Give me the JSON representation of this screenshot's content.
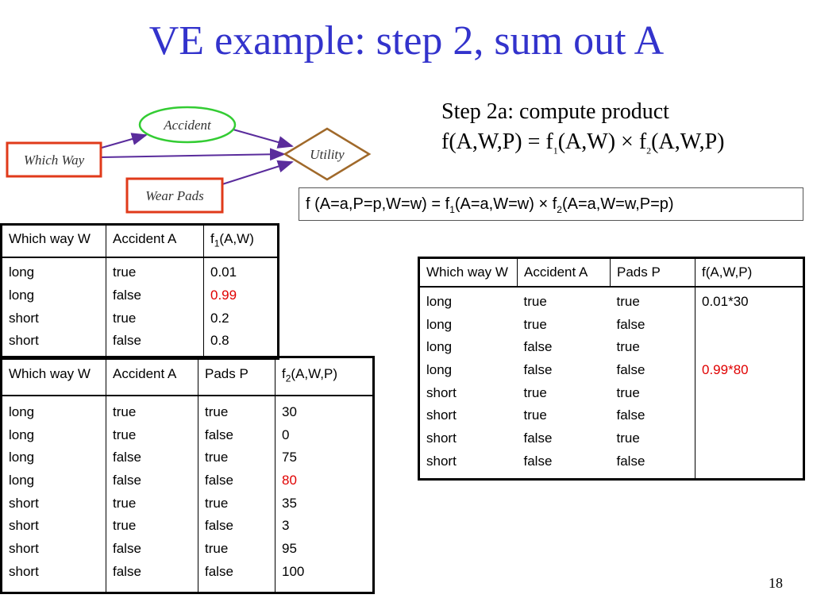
{
  "title": "VE example: step 2, sum out A",
  "diagram": {
    "nodes": {
      "accident": "Accident",
      "which_way": "Which Way",
      "utility": "Utility",
      "wear_pads": "Wear Pads"
    },
    "colors": {
      "arrow": "#5a2c9c",
      "accident_border": "#33cc33",
      "decision_border": "#e03a1a",
      "utility_border": "#a0692a"
    }
  },
  "step": {
    "line1": "Step 2a: compute product",
    "line2": "f(A,W,P) = f",
    "line2_sub1": "1",
    "line2_mid": "(A,W) × f",
    "line2_sub2": "2",
    "line2_end": "(A,W,P)"
  },
  "formula_box": {
    "part1": "f (A=a,P=p,W=w)  =  f",
    "sub1": "1",
    "part2": "(A=a,W=w) × f",
    "sub2": "2",
    "part3": "(A=a,W=w,P=p)"
  },
  "table_f1": {
    "headers": [
      "Which way W",
      "Accident A",
      "f",
      "1",
      "(A,W)"
    ],
    "col_w": [
      "long",
      "long",
      "short",
      "short"
    ],
    "col_a": [
      "true",
      "false",
      "true",
      "false"
    ],
    "col_f": [
      "0.01",
      "0.99",
      "0.2",
      "0.8"
    ]
  },
  "table_f2": {
    "headers": [
      "Which way W",
      "Accident A",
      "Pads P",
      "f",
      "2",
      "(A,W,P)"
    ],
    "col_w": [
      "long",
      "long",
      "long",
      "long",
      "short",
      "short",
      "short",
      "short"
    ],
    "col_a": [
      "true",
      "true",
      "false",
      "false",
      "true",
      "true",
      "false",
      "false"
    ],
    "col_p": [
      "true",
      "false",
      "true",
      "false",
      "true",
      "false",
      "true",
      "false"
    ],
    "col_f": [
      "30",
      "0",
      "75",
      "80",
      "35",
      "3",
      "95",
      "100"
    ]
  },
  "table_f": {
    "headers": [
      "Which way W",
      "Accident A",
      "Pads P",
      "f(A,W,P)"
    ],
    "col_w": [
      "long",
      "long",
      "long",
      "long",
      "short",
      "short",
      "short",
      "short"
    ],
    "col_a": [
      "true",
      "true",
      "false",
      "false",
      "true",
      "true",
      "false",
      "false"
    ],
    "col_p": [
      "true",
      "false",
      "true",
      "false",
      "true",
      "false",
      "true",
      "false"
    ],
    "col_f": [
      "0.01*30",
      "",
      "",
      "0.99*80",
      "",
      "",
      "",
      ""
    ]
  },
  "highlight_color": "#e00000",
  "page_number": "18"
}
